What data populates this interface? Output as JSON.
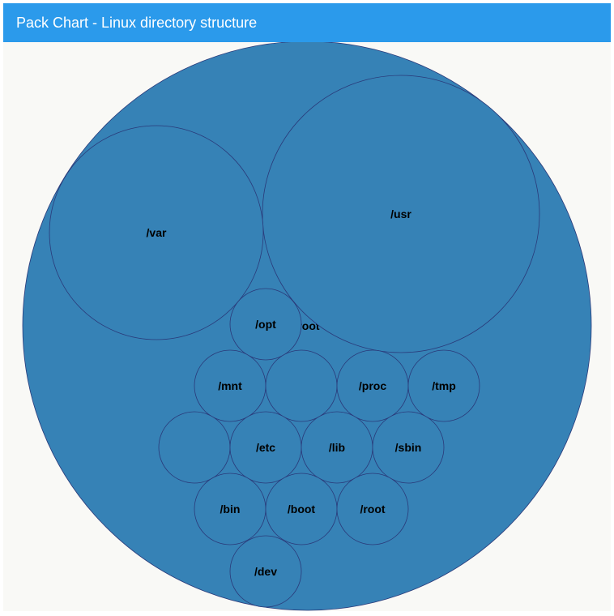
{
  "header": {
    "title": "Pack Chart - Linux directory structure"
  },
  "colors": {
    "header_bg": "#2b9aeb",
    "plot_bg": "#f9f9f6",
    "circle_fill": "#3682b6",
    "circle_stroke": "#2a3a7a"
  },
  "chart_data": {
    "type": "pack",
    "root": {
      "label": "/root",
      "children": [
        {
          "label": "/usr",
          "value": 116
        },
        {
          "label": "/var",
          "value": 70
        },
        {
          "label": "/opt",
          "value": 7.7
        },
        {
          "label": "/mnt",
          "value": 7.7
        },
        {
          "label": "",
          "value": 7.7
        },
        {
          "label": "/proc",
          "value": 7.7
        },
        {
          "label": "/tmp",
          "value": 7.7
        },
        {
          "label": "",
          "value": 7.7
        },
        {
          "label": "/etc",
          "value": 7.7
        },
        {
          "label": "/lib",
          "value": 7.7
        },
        {
          "label": "/sbin",
          "value": 7.7
        },
        {
          "label": "/bin",
          "value": 7.7
        },
        {
          "label": "/boot",
          "value": 7.7
        },
        {
          "label": "/root",
          "value": 7.7
        },
        {
          "label": "/dev",
          "value": 7.7
        }
      ]
    }
  }
}
